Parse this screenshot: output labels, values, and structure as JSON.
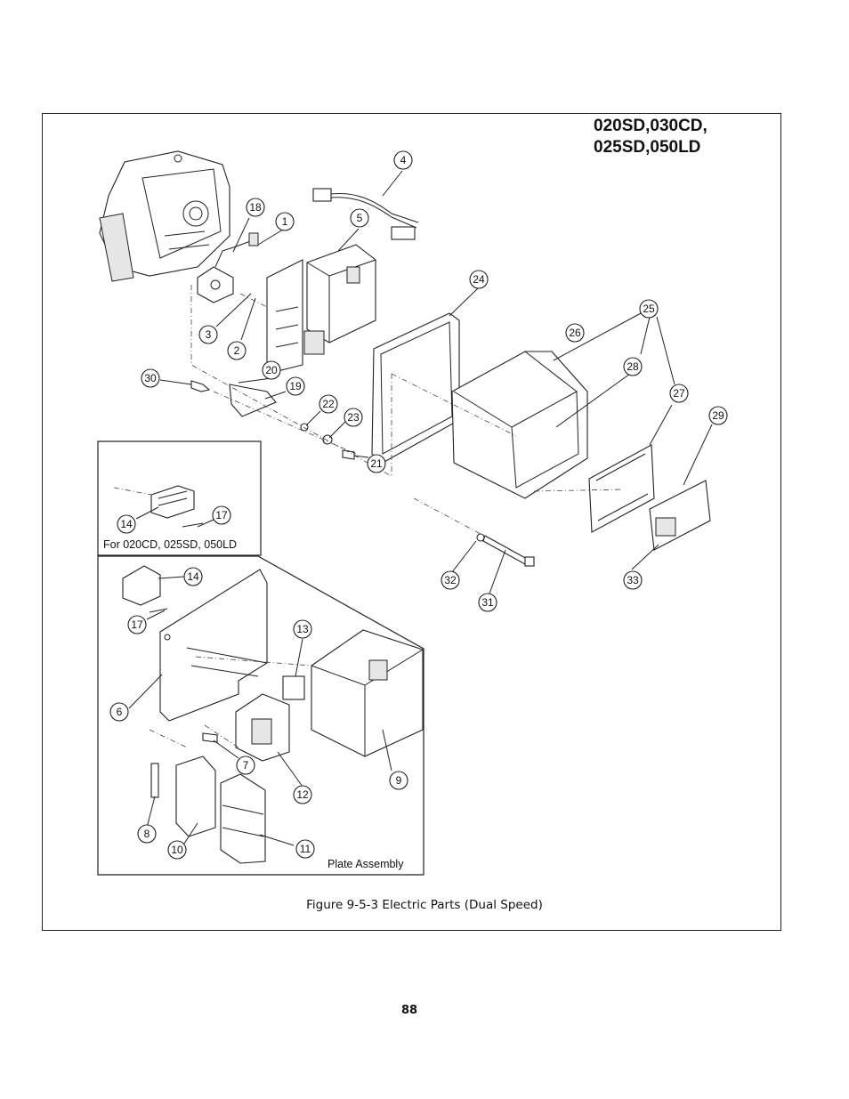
{
  "header": {
    "title_line1": "020SD,030CD,",
    "title_line2": "025SD,050LD"
  },
  "figure": {
    "caption": "Figure 9-5-3 Electric Parts (Dual Speed)",
    "inset_top_label": "For 020CD, 025SD, 050LD",
    "inset_bottom_label": "Plate Assembly"
  },
  "callouts": [
    {
      "id": "c1",
      "label": "1"
    },
    {
      "id": "c2",
      "label": "2"
    },
    {
      "id": "c3",
      "label": "3"
    },
    {
      "id": "c4",
      "label": "4"
    },
    {
      "id": "c5",
      "label": "5"
    },
    {
      "id": "c6",
      "label": "6"
    },
    {
      "id": "c7",
      "label": "7"
    },
    {
      "id": "c8",
      "label": "8"
    },
    {
      "id": "c9",
      "label": "9"
    },
    {
      "id": "c10",
      "label": "10"
    },
    {
      "id": "c11",
      "label": "11"
    },
    {
      "id": "c12",
      "label": "12"
    },
    {
      "id": "c13",
      "label": "13"
    },
    {
      "id": "c14a",
      "label": "14"
    },
    {
      "id": "c14b",
      "label": "14"
    },
    {
      "id": "c17a",
      "label": "17"
    },
    {
      "id": "c17b",
      "label": "17"
    },
    {
      "id": "c18",
      "label": "18"
    },
    {
      "id": "c19",
      "label": "19"
    },
    {
      "id": "c20",
      "label": "20"
    },
    {
      "id": "c21",
      "label": "21"
    },
    {
      "id": "c22",
      "label": "22"
    },
    {
      "id": "c23",
      "label": "23"
    },
    {
      "id": "c24",
      "label": "24"
    },
    {
      "id": "c25",
      "label": "25"
    },
    {
      "id": "c26",
      "label": "26"
    },
    {
      "id": "c27",
      "label": "27"
    },
    {
      "id": "c28",
      "label": "28"
    },
    {
      "id": "c29",
      "label": "29"
    },
    {
      "id": "c30",
      "label": "30"
    },
    {
      "id": "c31",
      "label": "31"
    },
    {
      "id": "c32",
      "label": "32"
    },
    {
      "id": "c33",
      "label": "33"
    }
  ],
  "footer": {
    "page_number": "88"
  }
}
